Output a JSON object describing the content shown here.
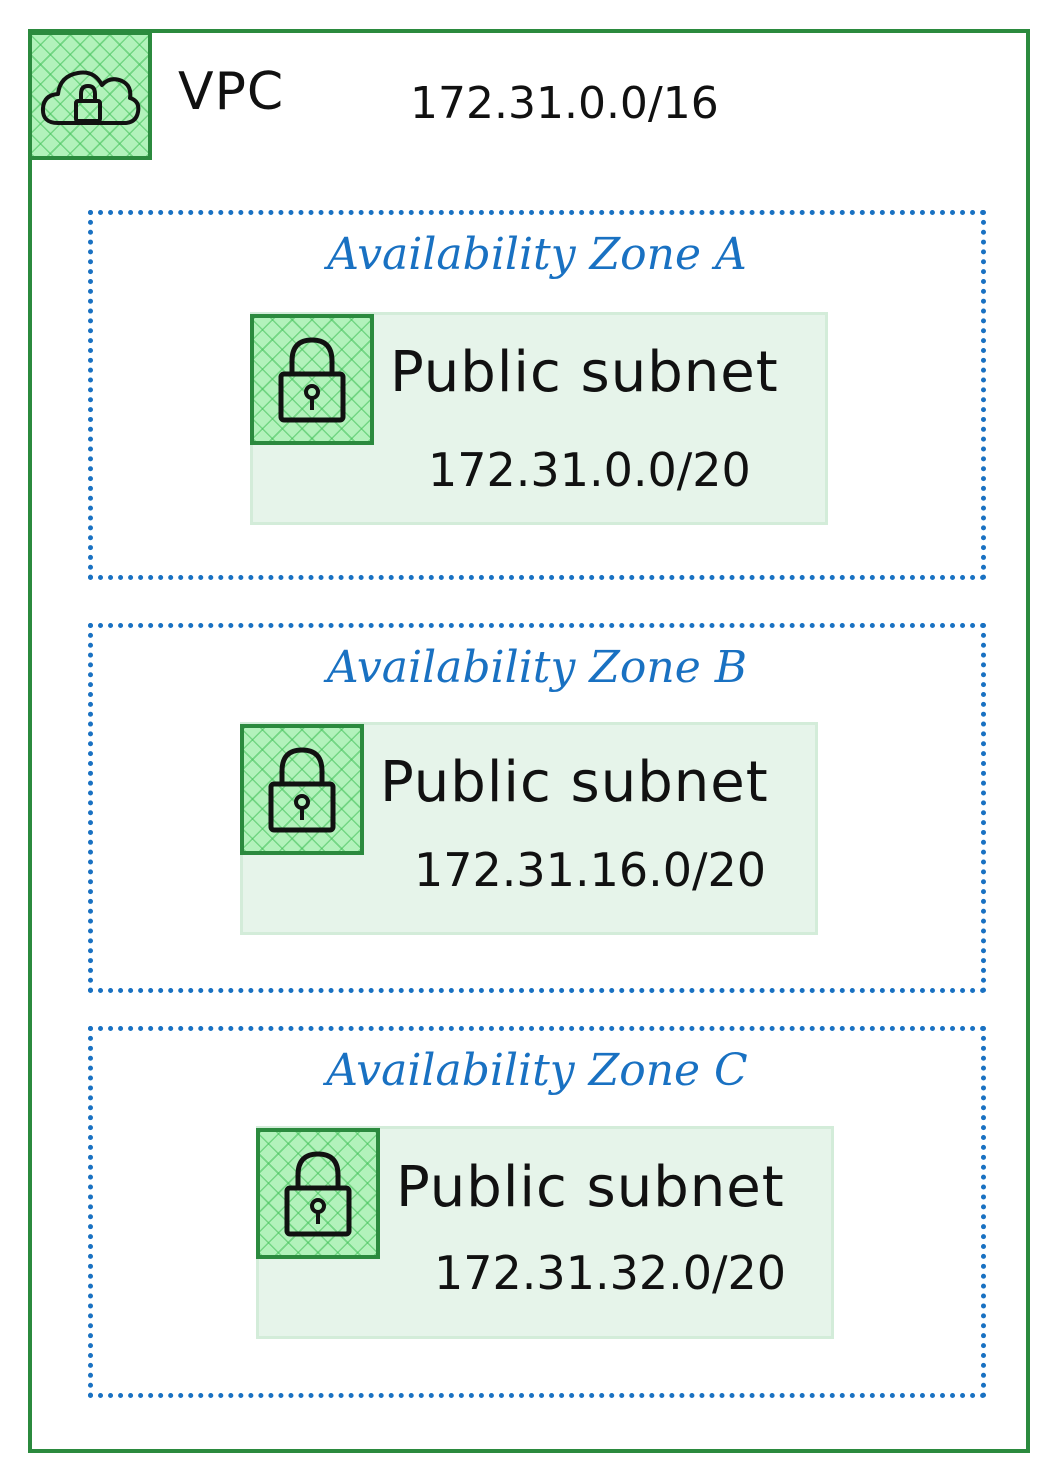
{
  "vpc": {
    "label": "VPC",
    "cidr": "172.31.0.0/16",
    "icon": "cloud-lock-icon"
  },
  "colors": {
    "vpc_border": "#2b8a3e",
    "az_border": "#1971c2",
    "subnet_fill": "#e6f4ea",
    "icon_fill": "#b2f2bb"
  },
  "zones": [
    {
      "title": "Availability Zone A",
      "subnet": {
        "label": "Public subnet",
        "cidr": "172.31.0.0/20",
        "icon": "lock-icon"
      }
    },
    {
      "title": "Availability Zone B",
      "subnet": {
        "label": "Public subnet",
        "cidr": "172.31.16.0/20",
        "icon": "lock-icon"
      }
    },
    {
      "title": "Availability Zone C",
      "subnet": {
        "label": "Public subnet",
        "cidr": "172.31.32.0/20",
        "icon": "lock-icon"
      }
    }
  ]
}
